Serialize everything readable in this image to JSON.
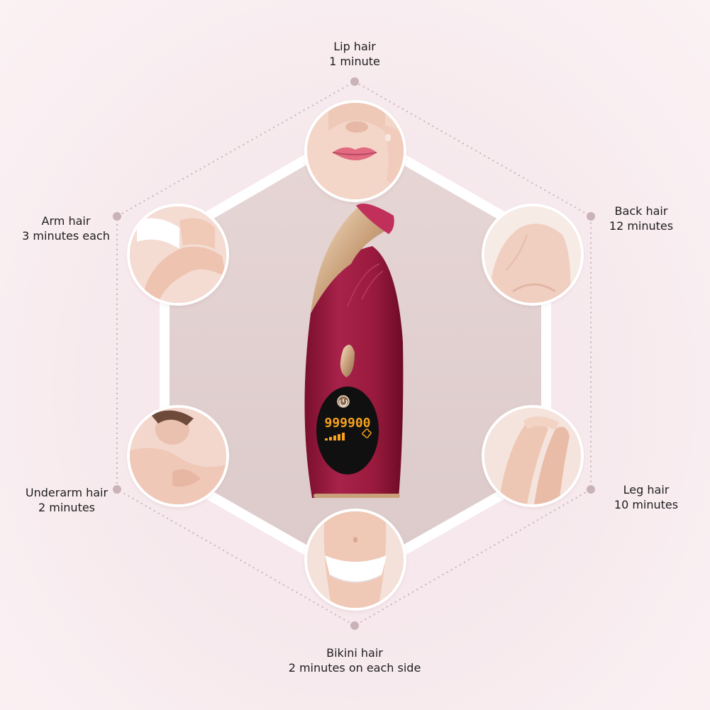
{
  "areas": {
    "lip": {
      "title": "Lip hair",
      "time": "1 minute"
    },
    "arm": {
      "title": "Arm hair",
      "time": "3 minutes each"
    },
    "back": {
      "title": "Back hair",
      "time": "12 minutes"
    },
    "underarm": {
      "title": "Underarm hair",
      "time": "2 minutes"
    },
    "leg": {
      "title": "Leg hair",
      "time": "10 minutes"
    },
    "bikini": {
      "title": "Bikini hair",
      "time": "2 minutes on each side"
    }
  },
  "device": {
    "display_count": "999900"
  },
  "colors": {
    "device_body": "#9b1a3c",
    "display_digits": "#f5a21e",
    "hexagon_fill": "#e5d3d3",
    "dotted_line": "#c9b3b8"
  }
}
